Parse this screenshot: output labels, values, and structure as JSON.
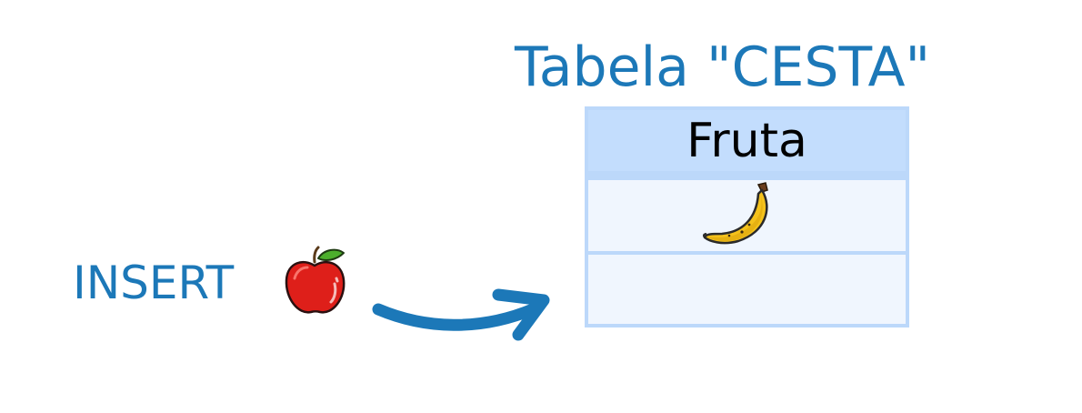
{
  "title": "Tabela \"CESTA\"",
  "table": {
    "header": "Fruta",
    "rows": [
      {
        "item_icon": "banana-icon"
      },
      {
        "item_icon": ""
      }
    ]
  },
  "insert": {
    "label": "INSERT",
    "item_icon": "apple-icon"
  },
  "colors": {
    "accent": "#1c78b8",
    "table_border": "#bcd8fa",
    "table_header_bg": "#c3ddfd",
    "table_row_bg": "#f0f6fe"
  }
}
